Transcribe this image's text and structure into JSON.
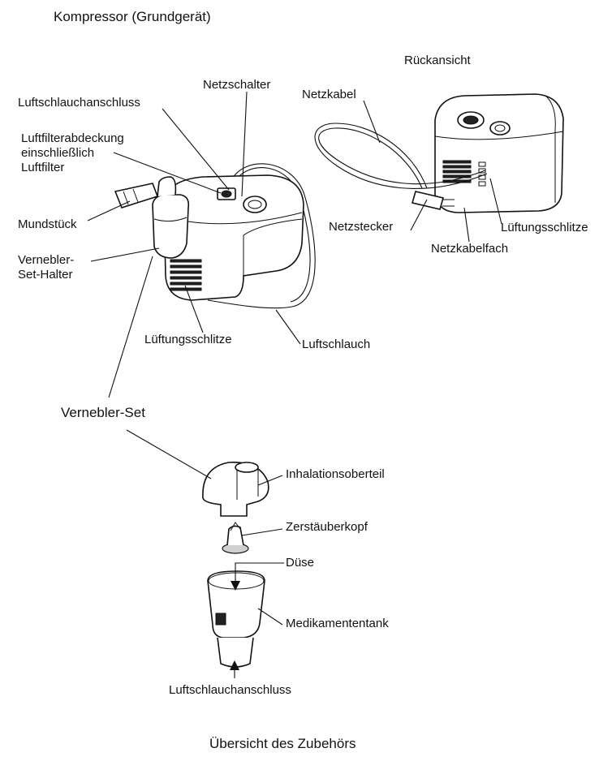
{
  "sections": {
    "compressor_title": "Kompressor (Grundgerät)",
    "rear_view": "Rückansicht",
    "nebulizer_set": "Vernebler-Set",
    "footer": "Übersicht des Zubehörs"
  },
  "labels": {
    "netzschalter": "Netzschalter",
    "luftschlauchanschluss_top": "Luftschlauchanschluss",
    "luftfilter_line1": "Luftfilterabdeckung",
    "luftfilter_line2": "einschließlich",
    "luftfilter_line3": "Luftfilter",
    "mundstueck": "Mundstück",
    "halter_line1": "Vernebler-",
    "halter_line2": "Set-Halter",
    "lueftungsschlitze_front": "Lüftungsschlitze",
    "luftschlauch": "Luftschlauch",
    "netzkabel": "Netzkabel",
    "netzstecker": "Netzstecker",
    "netzkabelfach": "Netzkabelfach",
    "lueftungsschlitze_rear": "Lüftungsschlitze",
    "inhalationsoberteil": "Inhalationsoberteil",
    "zerstaeuberkopf": "Zerstäuberkopf",
    "duese": "Düse",
    "medikamententank": "Medikamententank",
    "luftschlauchanschluss_bottom": "Luftschlauchanschluss"
  }
}
